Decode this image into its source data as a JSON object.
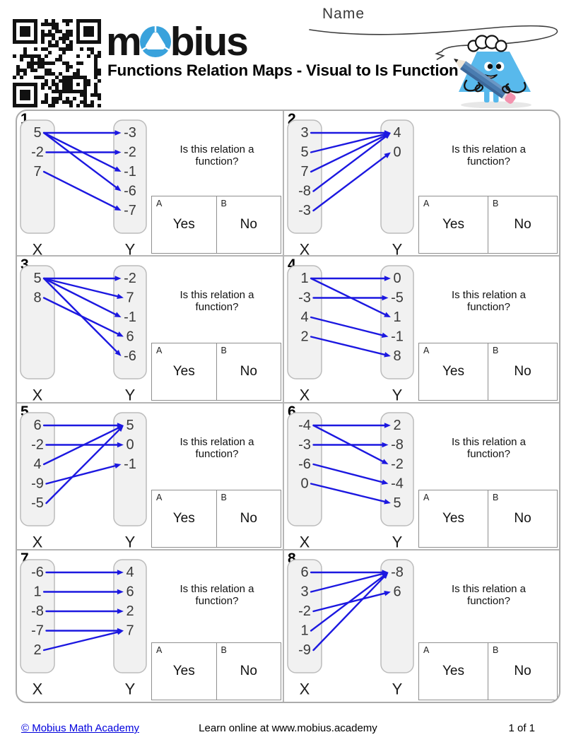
{
  "header": {
    "logo": {
      "pre": "m",
      "post": "bius"
    },
    "title": "Functions Relation Maps - Visual to Is Function",
    "name_label": "Name"
  },
  "worksheet": {
    "question_line1": "Is this relation a",
    "question_line2": "function?",
    "x_column_label": "X",
    "y_column_label": "Y",
    "choices": [
      {
        "key": "A",
        "label": "Yes"
      },
      {
        "key": "B",
        "label": "No"
      }
    ],
    "arrow_color": "#1c18e0",
    "problems": [
      {
        "number": "1",
        "x": [
          "5",
          "-2",
          "7"
        ],
        "y": [
          "-3",
          "-2",
          "-1",
          "-6",
          "-7"
        ],
        "arrows": [
          [
            0,
            0
          ],
          [
            0,
            2
          ],
          [
            0,
            3
          ],
          [
            1,
            1
          ],
          [
            2,
            4
          ]
        ]
      },
      {
        "number": "2",
        "x": [
          "3",
          "5",
          "7",
          "-8",
          "-3"
        ],
        "y": [
          "4",
          "0"
        ],
        "arrows": [
          [
            0,
            0
          ],
          [
            1,
            0
          ],
          [
            2,
            0
          ],
          [
            3,
            0
          ],
          [
            4,
            1
          ]
        ]
      },
      {
        "number": "3",
        "x": [
          "5",
          "8"
        ],
        "y": [
          "-2",
          "7",
          "-1",
          "6",
          "-6"
        ],
        "arrows": [
          [
            0,
            0
          ],
          [
            0,
            1
          ],
          [
            0,
            2
          ],
          [
            0,
            4
          ],
          [
            1,
            3
          ]
        ]
      },
      {
        "number": "4",
        "x": [
          "1",
          "-3",
          "4",
          "2"
        ],
        "y": [
          "0",
          "-5",
          "1",
          "-1",
          "8"
        ],
        "arrows": [
          [
            0,
            0
          ],
          [
            0,
            2
          ],
          [
            1,
            1
          ],
          [
            2,
            3
          ],
          [
            3,
            4
          ]
        ]
      },
      {
        "number": "5",
        "x": [
          "6",
          "-2",
          "4",
          "-9",
          "-5"
        ],
        "y": [
          "5",
          "0",
          "-1"
        ],
        "arrows": [
          [
            0,
            0
          ],
          [
            1,
            1
          ],
          [
            2,
            0
          ],
          [
            3,
            2
          ],
          [
            4,
            0
          ]
        ]
      },
      {
        "number": "6",
        "x": [
          "-4",
          "-3",
          "-6",
          "0"
        ],
        "y": [
          "2",
          "-8",
          "-2",
          "-4",
          "5"
        ],
        "arrows": [
          [
            0,
            0
          ],
          [
            0,
            2
          ],
          [
            1,
            1
          ],
          [
            2,
            3
          ],
          [
            3,
            4
          ]
        ]
      },
      {
        "number": "7",
        "x": [
          "-6",
          "1",
          "-8",
          "-7",
          "2"
        ],
        "y": [
          "4",
          "6",
          "2",
          "7"
        ],
        "arrows": [
          [
            0,
            0
          ],
          [
            1,
            1
          ],
          [
            2,
            2
          ],
          [
            3,
            3
          ],
          [
            4,
            3
          ]
        ]
      },
      {
        "number": "8",
        "x": [
          "6",
          "3",
          "-2",
          "1",
          "-9"
        ],
        "y": [
          "-8",
          "6"
        ],
        "arrows": [
          [
            0,
            0
          ],
          [
            1,
            0
          ],
          [
            2,
            1
          ],
          [
            3,
            0
          ],
          [
            4,
            0
          ]
        ]
      }
    ]
  },
  "footer": {
    "copyright": "© Mobius Math Academy",
    "center": "Learn online at www.mobius.academy",
    "page": "1 of 1"
  }
}
